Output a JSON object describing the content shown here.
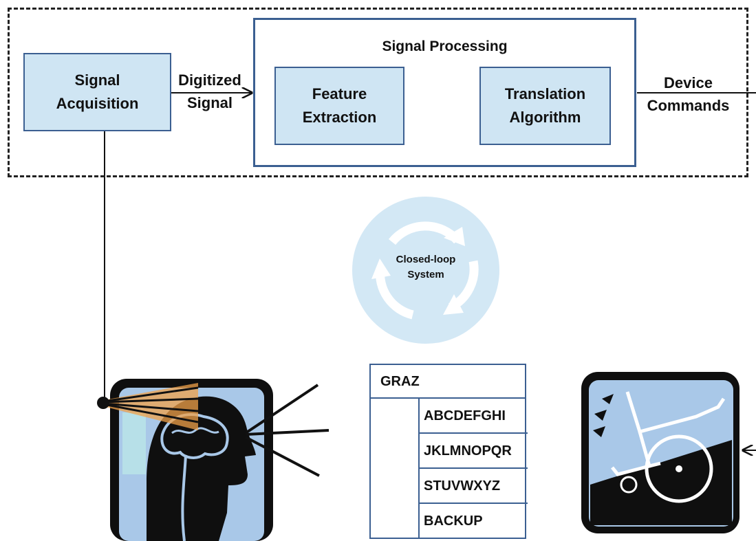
{
  "system": {
    "acquisition": [
      "Signal",
      "Acquisition"
    ],
    "digitized": [
      "Digitized",
      "Signal"
    ],
    "processing_title": "Signal Processing",
    "feature": [
      "Feature",
      "Extraction"
    ],
    "translation": [
      "Translation",
      "Algorithm"
    ],
    "device_commands": [
      "Device",
      "Commands"
    ]
  },
  "loop": {
    "label": [
      "Closed-loop",
      "System"
    ]
  },
  "speller": {
    "title": "GRAZ",
    "rows": [
      "ABCDEFGHI",
      "JKLMNOPQR",
      "STUVWXYZ",
      "BACKUP"
    ]
  },
  "icons": [
    "brain-head-icon",
    "wheelchair-icon",
    "closed-loop-icon"
  ],
  "colors": {
    "box_fill": "#cfe5f3",
    "box_border": "#3b5f91",
    "loop_blue": "#d3e8f5",
    "electrode_orange": "#f0a24a"
  }
}
